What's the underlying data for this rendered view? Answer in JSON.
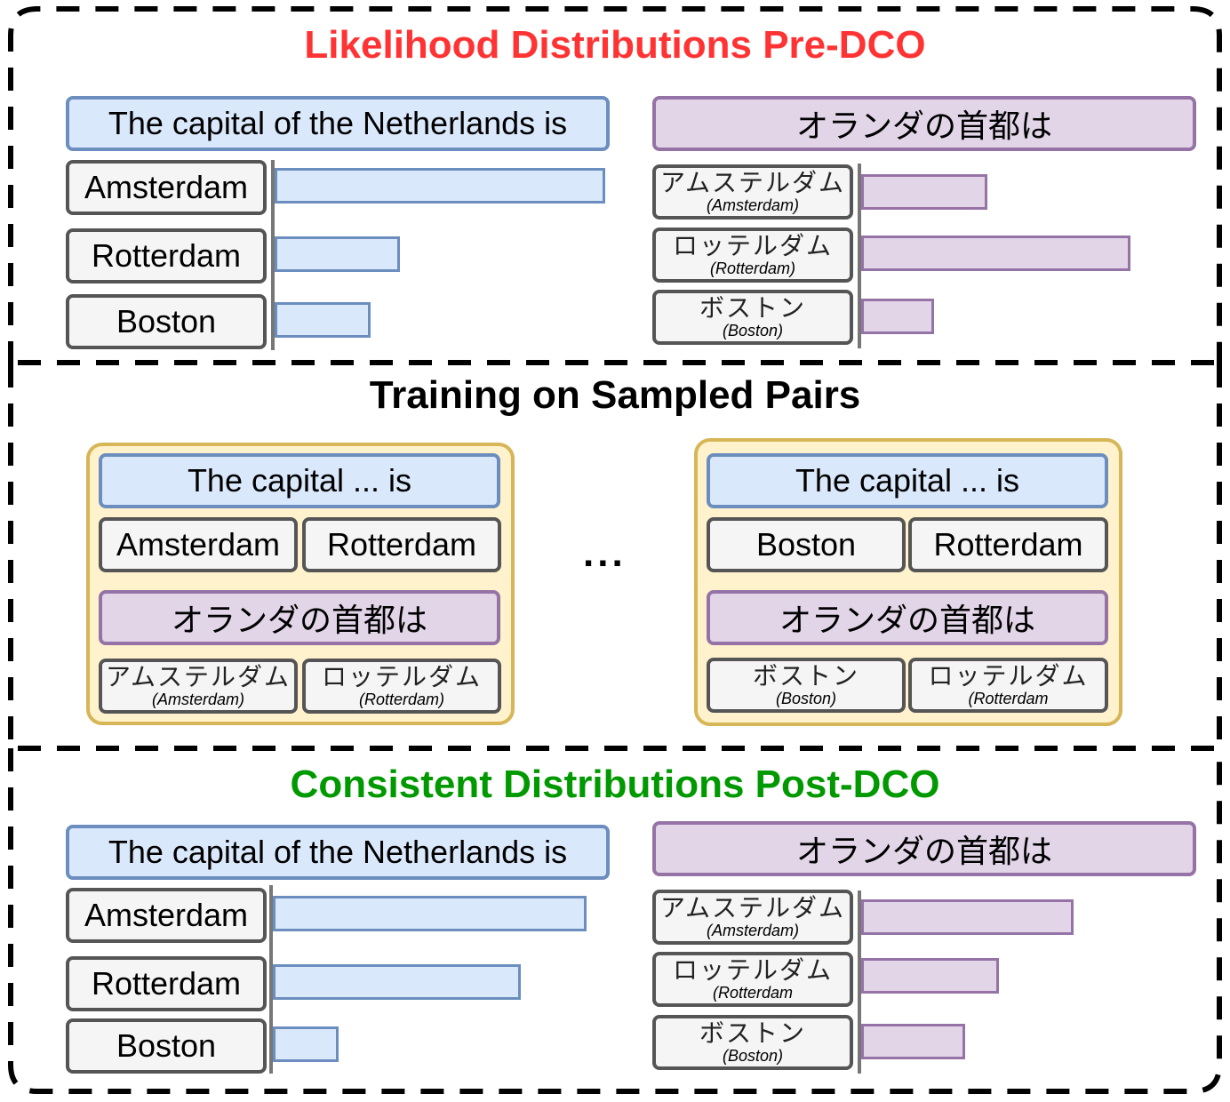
{
  "colors": {
    "pre_title": "#ff3333",
    "training_title": "#000000",
    "post_title": "#009900",
    "en_fill": "#dae8fc",
    "en_stroke": "#6c8ebf",
    "ja_fill": "#e1d5e7",
    "ja_stroke": "#9673a6",
    "pair_fill": "#fff2cc",
    "pair_stroke": "#d6b656"
  },
  "pre_dco": {
    "title": "Likelihood Distributions Pre-DCO",
    "en_prompt": "The capital of the Netherlands is",
    "ja_prompt": "オランダの首都は",
    "en_options": [
      {
        "label": "Amsterdam",
        "likelihood": 1.0
      },
      {
        "label": "Rotterdam",
        "likelihood": 0.38
      },
      {
        "label": "Boston",
        "likelihood": 0.29
      }
    ],
    "ja_options": [
      {
        "label": "アムステルダム",
        "romaji": "(Amsterdam)",
        "likelihood": 0.47
      },
      {
        "label": "ロッテルダム",
        "romaji": "(Rotterdam)",
        "likelihood": 1.0
      },
      {
        "label": "ボストン",
        "romaji": "(Boston)",
        "likelihood": 0.27
      }
    ]
  },
  "training": {
    "title": "Training on Sampled Pairs",
    "ellipsis": "...",
    "pairs": [
      {
        "en_prompt": "The capital ... is",
        "en_a": "Amsterdam",
        "en_b": "Rotterdam",
        "ja_prompt": "オランダの首都は",
        "ja_a": {
          "label": "アムステルダム",
          "romaji": "(Amsterdam)"
        },
        "ja_b": {
          "label": "ロッテルダム",
          "romaji": "(Rotterdam)"
        }
      },
      {
        "en_prompt": "The capital ... is",
        "en_a": "Boston",
        "en_b": "Rotterdam",
        "ja_prompt": "オランダの首都は",
        "ja_a": {
          "label": "ボストン",
          "romaji": "(Boston)"
        },
        "ja_b": {
          "label": "ロッテルダム",
          "romaji": "(Rotterdam"
        }
      }
    ]
  },
  "post_dco": {
    "title": "Consistent Distributions Post-DCO",
    "en_prompt": "The capital of the Netherlands is",
    "ja_prompt": "オランダの首都は",
    "en_options": [
      {
        "label": "Amsterdam",
        "likelihood": 1.0
      },
      {
        "label": "Rotterdam",
        "likelihood": 0.79
      },
      {
        "label": "Boston",
        "likelihood": 0.21
      }
    ],
    "ja_options": [
      {
        "label": "アムステルダム",
        "romaji": "(Amsterdam)",
        "likelihood": 1.0
      },
      {
        "label": "ロッテルダム",
        "romaji": "(Rotterdam",
        "likelihood": 0.65
      },
      {
        "label": "ボストン",
        "romaji": "(Boston)",
        "likelihood": 0.49
      }
    ]
  }
}
